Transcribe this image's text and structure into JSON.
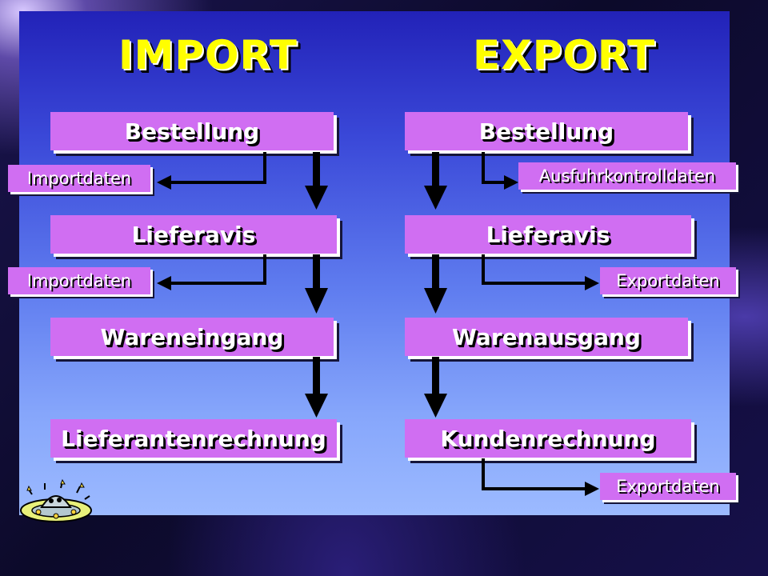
{
  "import": {
    "title": "IMPORT",
    "steps": [
      "Bestellung",
      "Lieferavis",
      "Wareneingang",
      "Lieferantenrechnung"
    ],
    "data_tags": [
      "Importdaten",
      "Importdaten"
    ]
  },
  "export": {
    "title": "EXPORT",
    "steps": [
      "Bestellung",
      "Lieferavis",
      "Warenausgang",
      "Kundenrechnung"
    ],
    "data_tags": [
      "Ausfuhrkontrolldaten",
      "Exportdaten",
      "Exportdaten"
    ]
  },
  "colors": {
    "box": "#d06ef2",
    "heading": "#ffff00",
    "panel_top": "#2222b8",
    "panel_bottom": "#9cbaff"
  },
  "icons": [
    "ufo-clipart-icon"
  ]
}
